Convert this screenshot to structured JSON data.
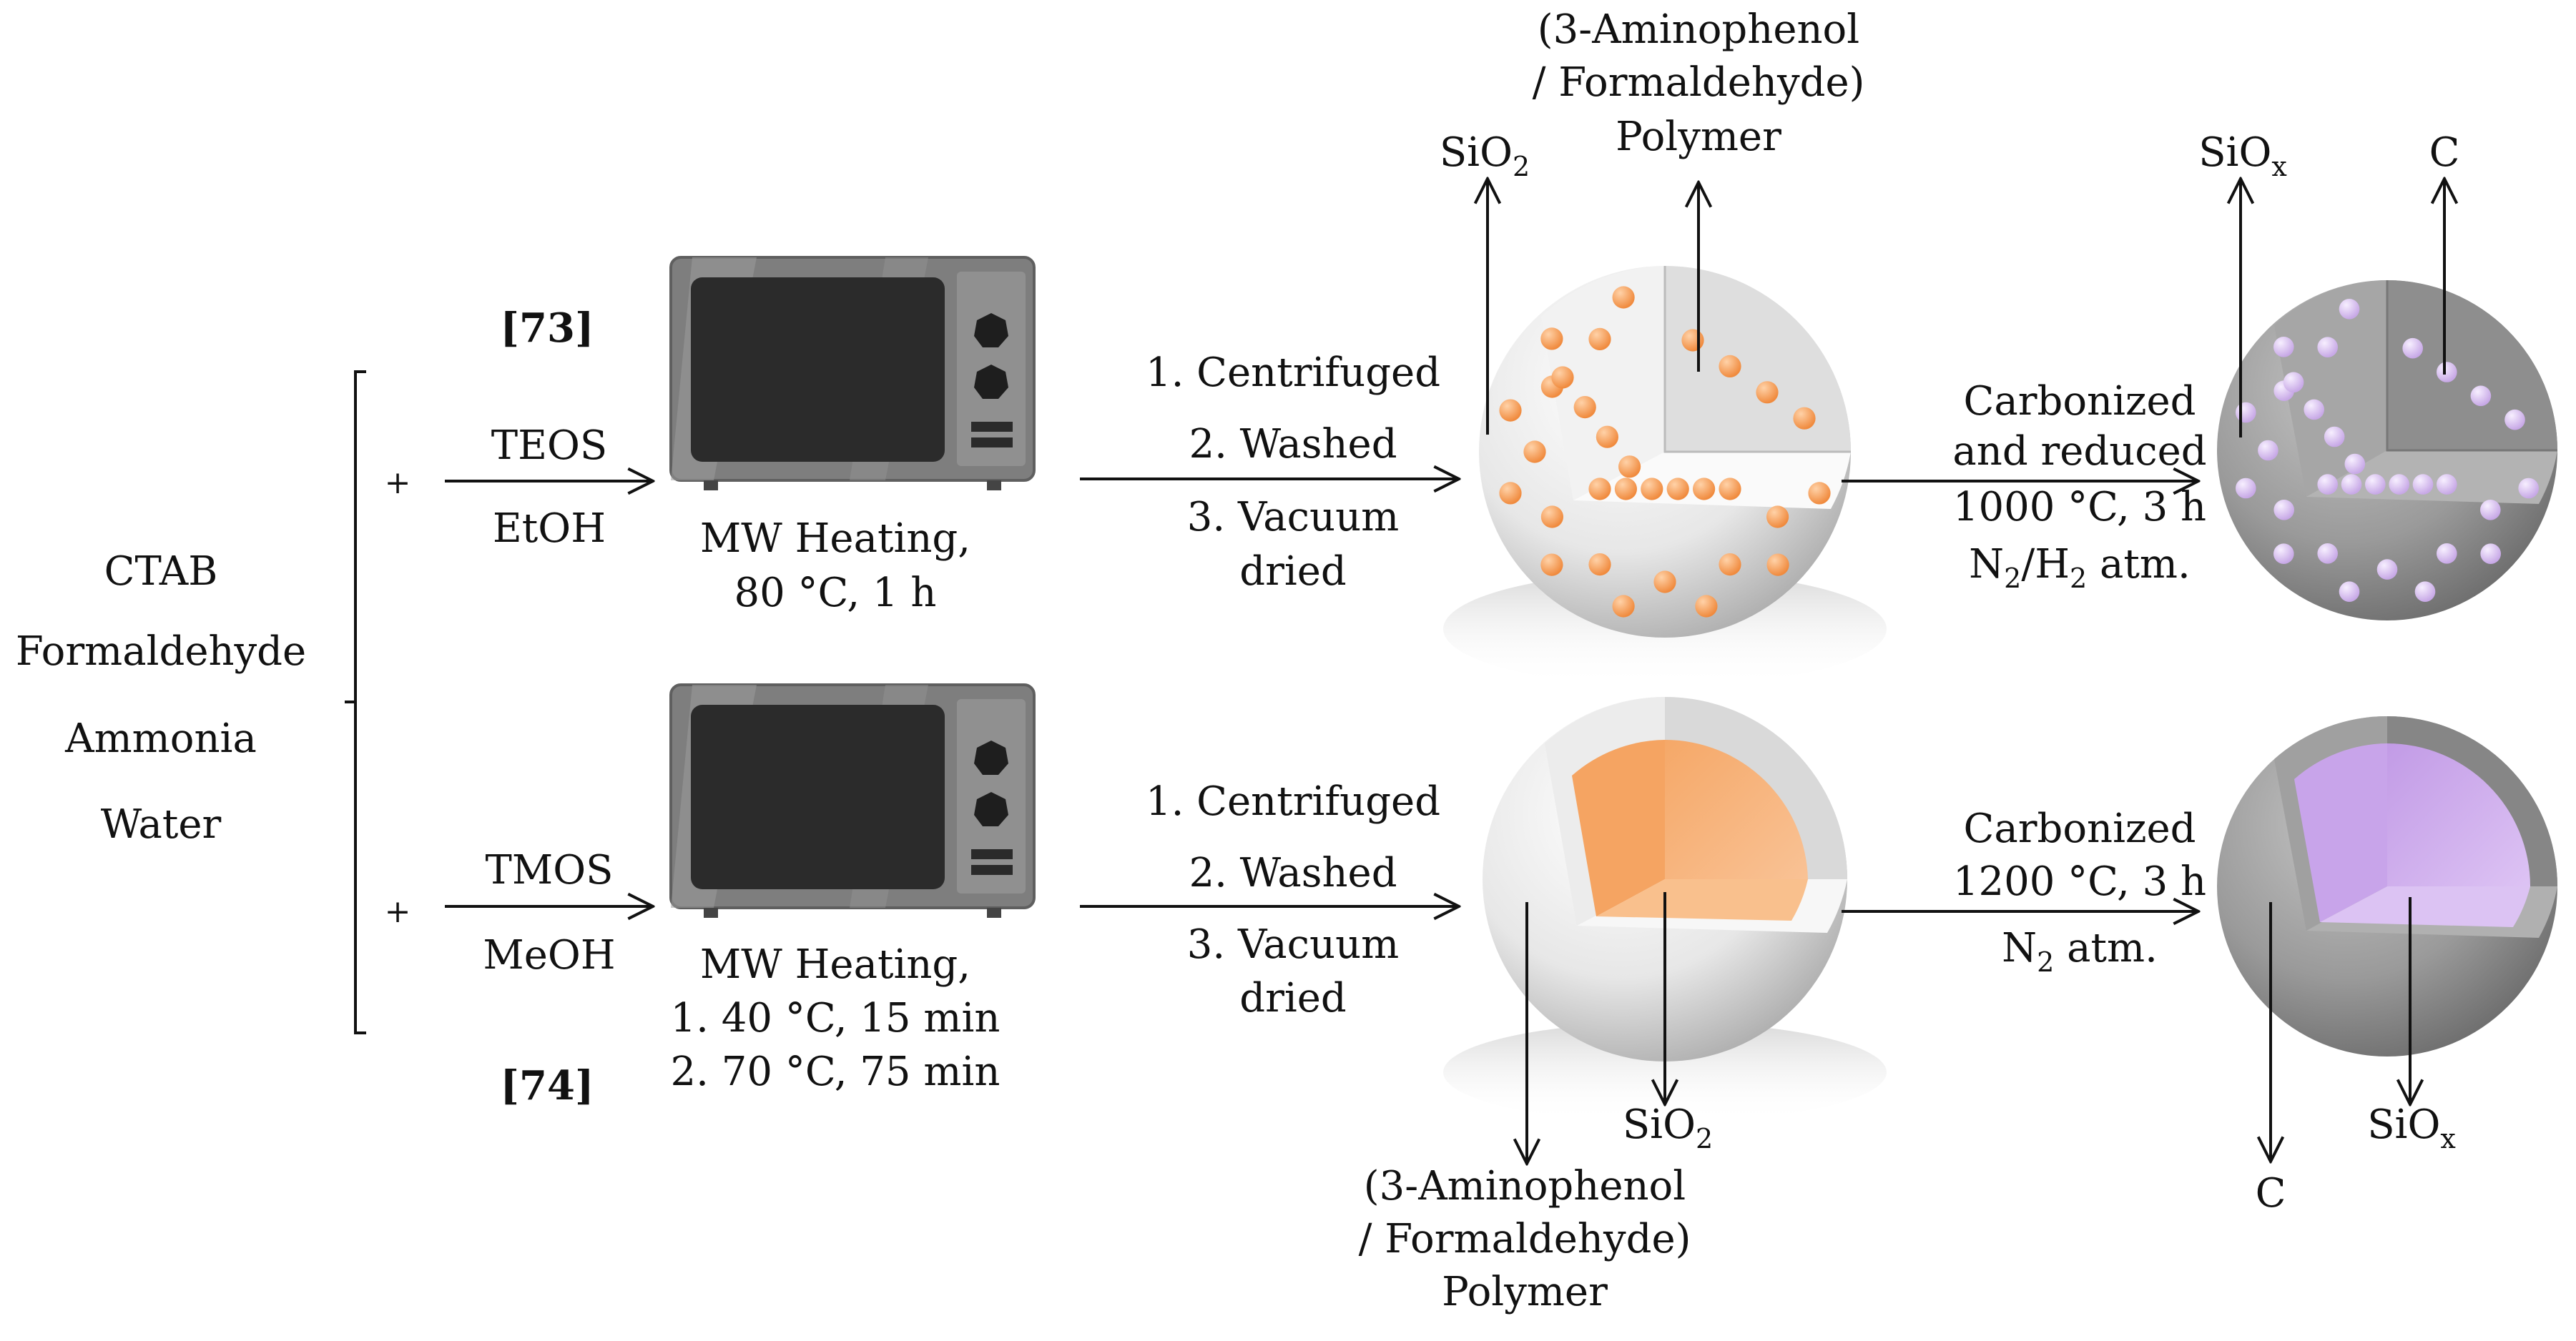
{
  "reactants": [
    "CTAB",
    "Formaldehyde",
    "Ammonia",
    "Water"
  ],
  "top_route": {
    "ref": "[73]",
    "plus": "+",
    "reagent_top": "TEOS",
    "reagent_bottom": "EtOH",
    "heating": [
      "MW Heating,",
      "80 °C, 1 h"
    ],
    "workup": [
      "1. Centrifuged",
      "2. Washed",
      "3. Vacuum",
      "dried"
    ],
    "intermediate_labels": {
      "silica": "SiO",
      "silica_sub": "2",
      "polymer": [
        "(3-Aminophenol",
        "/ Formaldehyde)",
        "Polymer"
      ]
    },
    "treatment": {
      "line1": "Carbonized",
      "line2": "and reduced",
      "line3": "1000 °C, 3 h",
      "atm_n": "N",
      "atm_n_sub": "2",
      "atm_slash": "/H",
      "atm_h_sub": "2",
      "atm_tail": " atm."
    },
    "product_labels": {
      "siox": "SiO",
      "siox_sub": "x",
      "carbon": "C"
    }
  },
  "bottom_route": {
    "ref": "[74]",
    "plus": "+",
    "reagent_top": "TMOS",
    "reagent_bottom": "MeOH",
    "heating": [
      "MW Heating,",
      "1. 40 °C, 15 min",
      "2. 70 °C, 75 min"
    ],
    "workup": [
      "1. Centrifuged",
      "2. Washed",
      "3. Vacuum",
      "dried"
    ],
    "intermediate_labels": {
      "silica": "SiO",
      "silica_sub": "2",
      "polymer": [
        "(3-Aminophenol",
        "/ Formaldehyde)",
        "Polymer"
      ]
    },
    "treatment": {
      "line1": "Carbonized",
      "line2": "1200 °C, 3 h",
      "atm_n": "N",
      "atm_n_sub": "2",
      "atm_tail": " atm."
    },
    "product_labels": {
      "siox": "SiO",
      "siox_sub": "x",
      "carbon": "C"
    }
  },
  "colors": {
    "orange_particle": "#f5a25f",
    "orange_core": "#f7b27a",
    "purple_particle": "#d9c2ee",
    "purple_core": "#c9a6ea",
    "grey_sphere": "#9a9a9a",
    "white_sphere": "#ececec",
    "microwave_body": "#7b7b7b",
    "microwave_window": "#2a2a2a"
  }
}
